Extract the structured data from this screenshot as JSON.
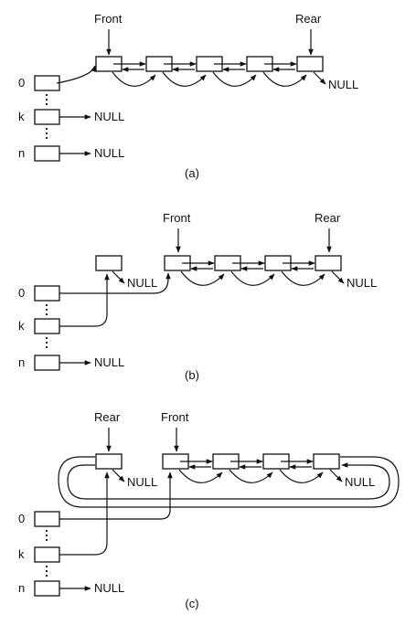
{
  "labels": {
    "front": "Front",
    "rear": "Rear",
    "null_text": "NULL",
    "index_zero": "0",
    "index_k": "k",
    "index_n": "n"
  },
  "captions": {
    "a": "(a)",
    "b": "(b)",
    "c": "(c)"
  }
}
